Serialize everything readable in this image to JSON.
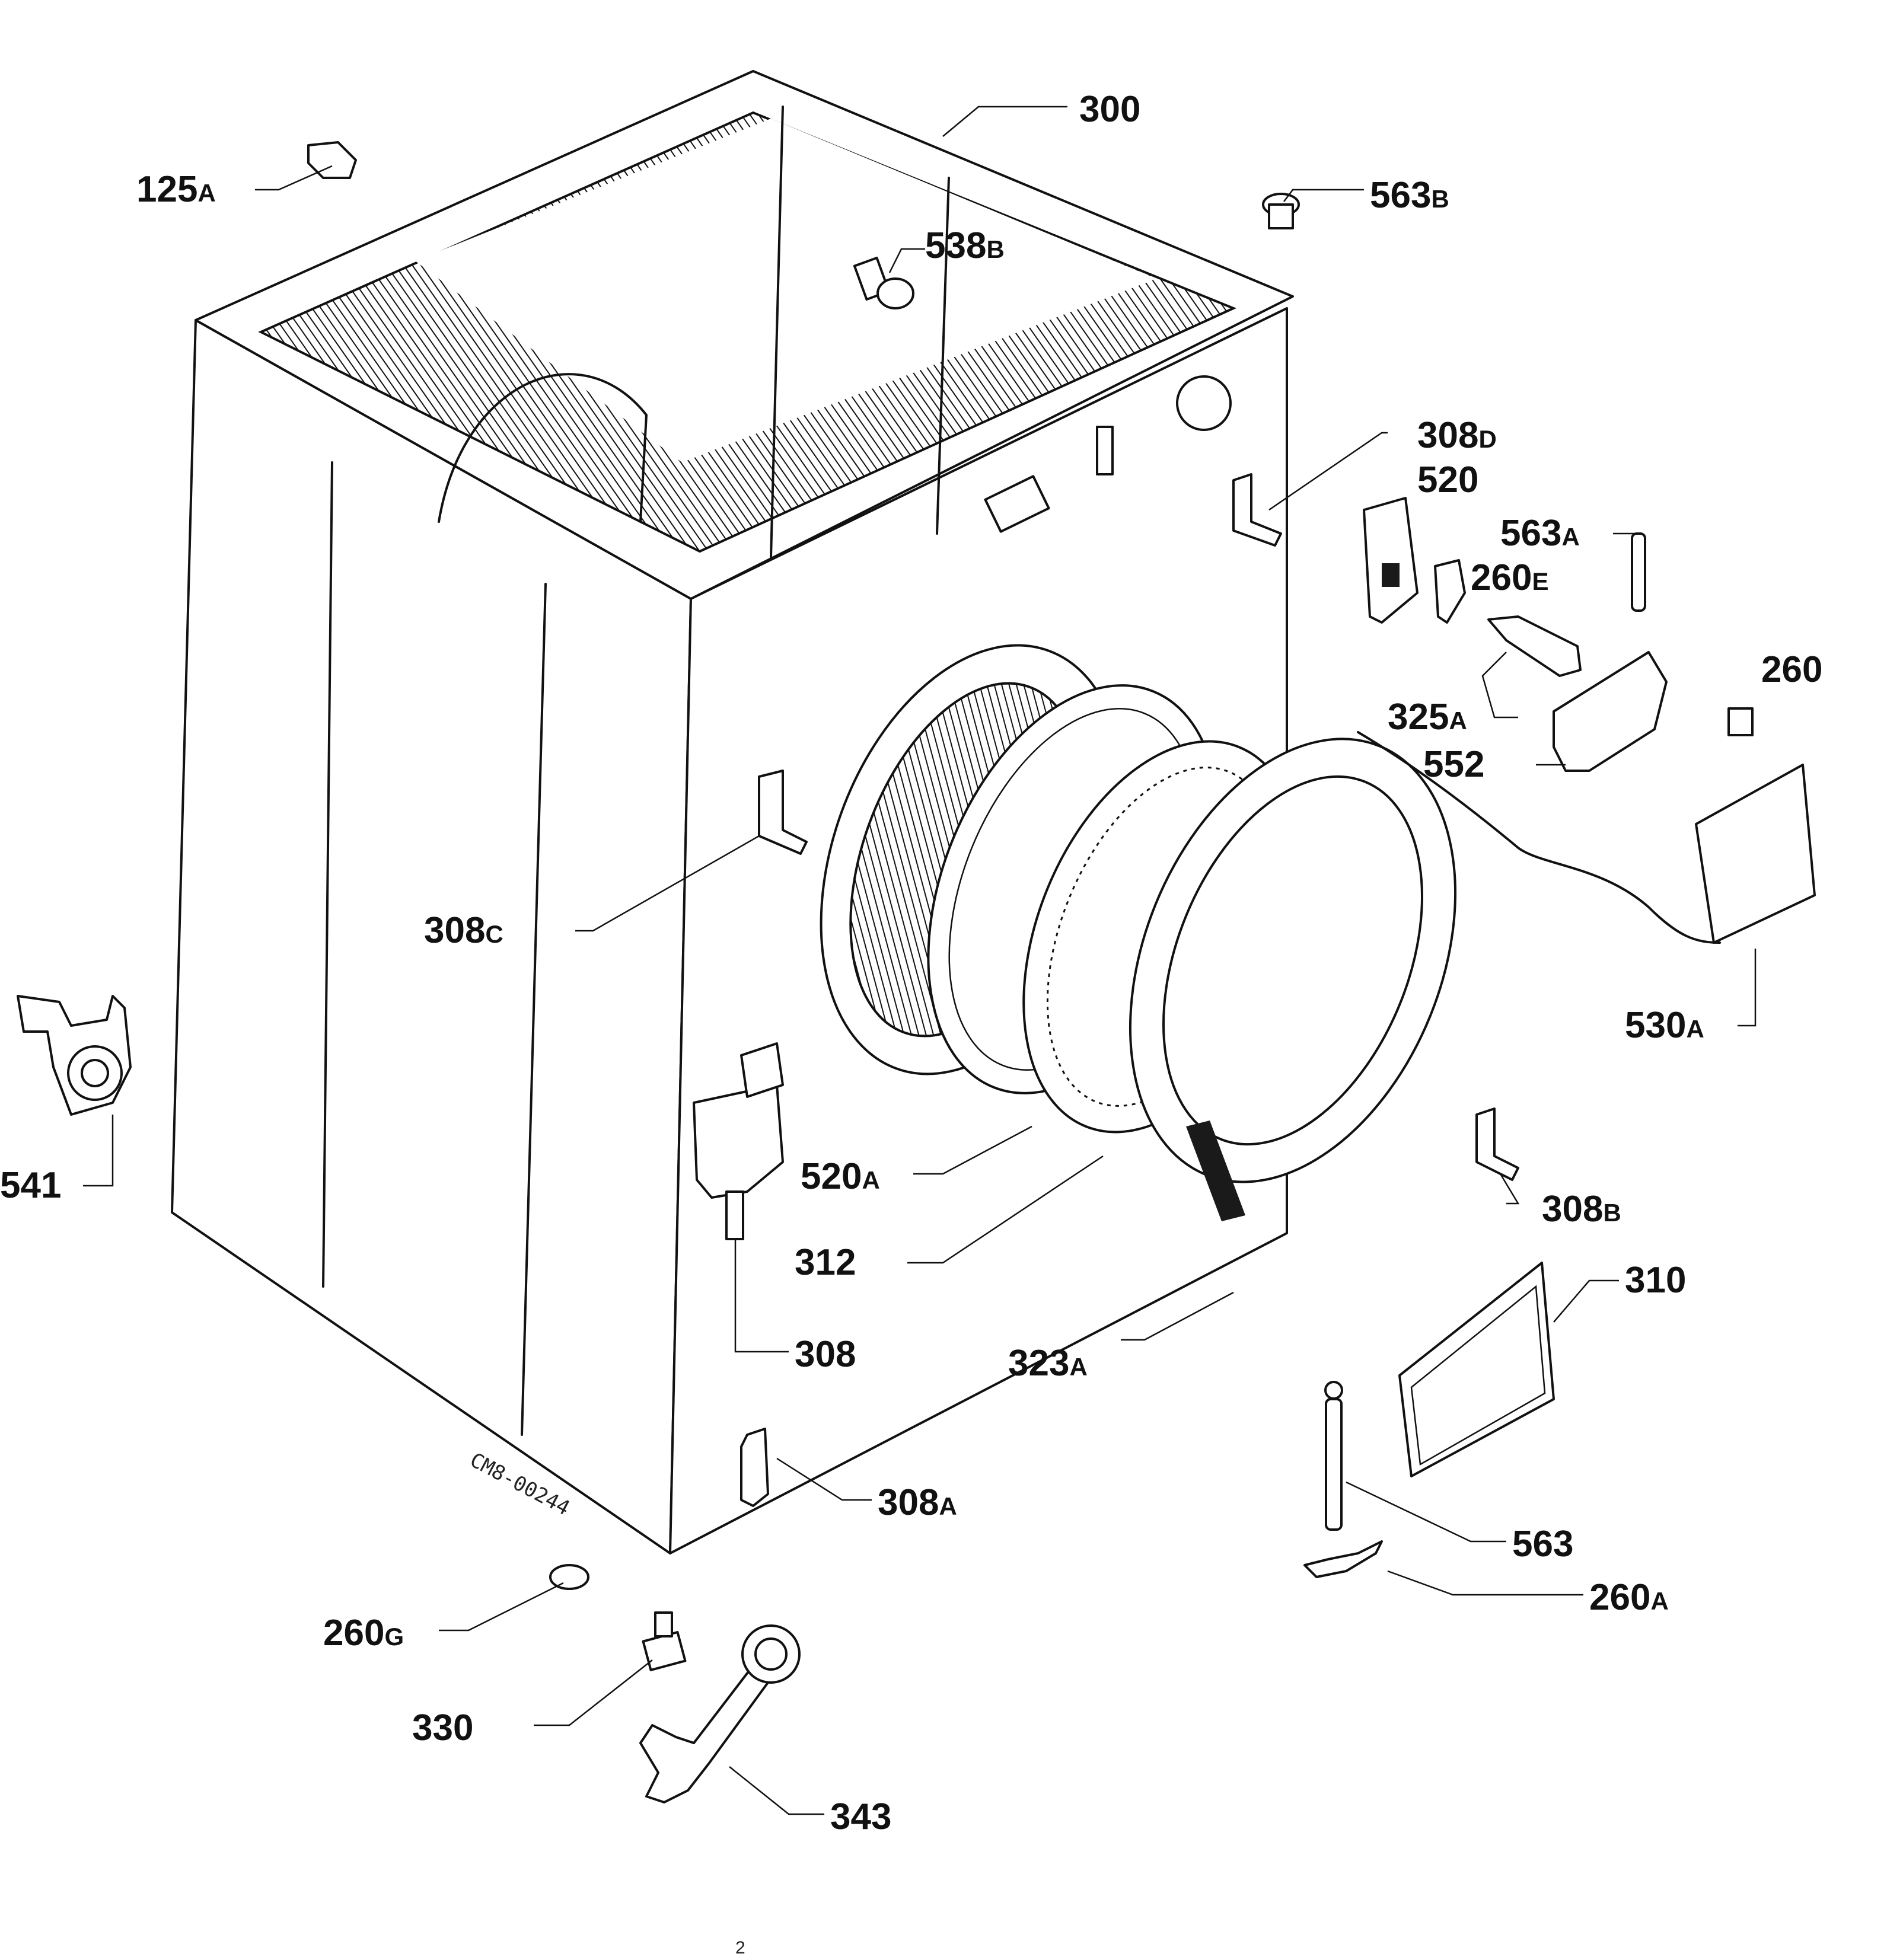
{
  "drawing_code": "CM8-00244",
  "page_number": "2",
  "part_labels": [
    {
      "id": "125a",
      "num": "125",
      "sfx": "A"
    },
    {
      "id": "300",
      "num": "300",
      "sfx": ""
    },
    {
      "id": "563b",
      "num": "563",
      "sfx": "B"
    },
    {
      "id": "538b",
      "num": "538",
      "sfx": "B"
    },
    {
      "id": "308d",
      "num": "308",
      "sfx": "D"
    },
    {
      "id": "520",
      "num": "520",
      "sfx": ""
    },
    {
      "id": "563a",
      "num": "563",
      "sfx": "A"
    },
    {
      "id": "260e",
      "num": "260",
      "sfx": "E"
    },
    {
      "id": "260",
      "num": "260",
      "sfx": ""
    },
    {
      "id": "325a",
      "num": "325",
      "sfx": "A"
    },
    {
      "id": "552",
      "num": "552",
      "sfx": ""
    },
    {
      "id": "530a",
      "num": "530",
      "sfx": "A"
    },
    {
      "id": "308c",
      "num": "308",
      "sfx": "C"
    },
    {
      "id": "541",
      "num": "541",
      "sfx": ""
    },
    {
      "id": "520a",
      "num": "520",
      "sfx": "A"
    },
    {
      "id": "308b",
      "num": "308",
      "sfx": "B"
    },
    {
      "id": "312",
      "num": "312",
      "sfx": ""
    },
    {
      "id": "310",
      "num": "310",
      "sfx": ""
    },
    {
      "id": "308",
      "num": "308",
      "sfx": ""
    },
    {
      "id": "323a",
      "num": "323",
      "sfx": "A"
    },
    {
      "id": "308a",
      "num": "308",
      "sfx": "A"
    },
    {
      "id": "563",
      "num": "563",
      "sfx": ""
    },
    {
      "id": "260a",
      "num": "260",
      "sfx": "A"
    },
    {
      "id": "260g",
      "num": "260",
      "sfx": "G"
    },
    {
      "id": "330",
      "num": "330",
      "sfx": ""
    },
    {
      "id": "343",
      "num": "343",
      "sfx": ""
    }
  ]
}
